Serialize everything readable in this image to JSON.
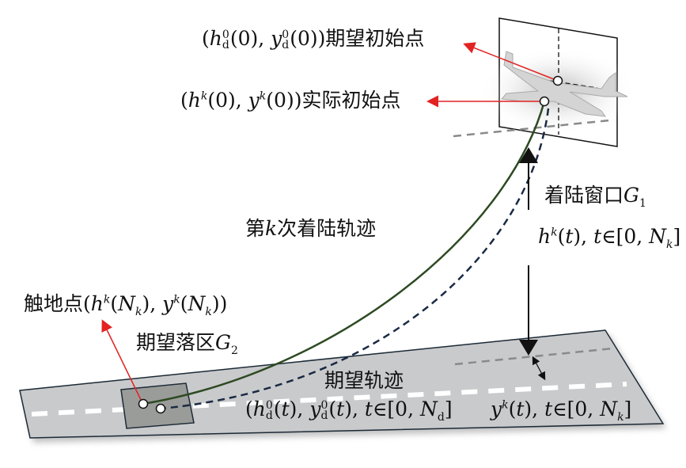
{
  "labels": {
    "desired_initial": {
      "p1": "(",
      "h": "h",
      "sup": "0",
      "sub": "d",
      "p2": "(0), ",
      "y": "y",
      "p3": "(0))",
      "text": "期望初始点"
    },
    "actual_initial": {
      "p1": "(",
      "h": "h",
      "sup": "k",
      "p2": "(0), ",
      "y": "y",
      "p3": "(0))",
      "text": "实际初始点"
    },
    "landing_window": {
      "text": "着陆窗口",
      "sym": "G",
      "sub": "1"
    },
    "window_height": {
      "h": "h",
      "sup": "k",
      "p1": "(",
      "t": "t",
      "p2": "), ",
      "t2": "t",
      "in": "∈[0, ",
      "N": "N",
      "sub": "k",
      "p3": "]"
    },
    "kth_trajectory": {
      "p1": "第",
      "k": "k",
      "p2": "次着陆轨迹"
    },
    "touchdown": {
      "text": "触地点",
      "p1": "(",
      "h": "h",
      "sup": "k",
      "p2": "(",
      "N": "N",
      "sub": "k",
      "p3": "), ",
      "y": "y",
      "p4": "(",
      "p5": "))"
    },
    "desired_zone": {
      "text": "期望落区",
      "sym": "G",
      "sub": "2"
    },
    "desired_trajectory": {
      "text": "期望轨迹",
      "p1": "(",
      "h": "h",
      "sup": "0",
      "sub": "d",
      "p2": "(",
      "t": "t",
      "p3": "), ",
      "y": "y",
      "p4": "), ",
      "in": "∈[0, ",
      "N": "N",
      "nsub": "d",
      "p5": "]"
    },
    "lateral": {
      "y": "y",
      "sup": "k",
      "p1": "(",
      "t": "t",
      "p2": "), ",
      "in": "∈[0, ",
      "N": "N",
      "sub": "k",
      "p3": "]"
    }
  },
  "colors": {
    "actual_path": "#2d4a22",
    "desired_path": "#1a2a44",
    "pointer": "#e32222",
    "runway": "#c9cacc",
    "zone": "#9a9c99"
  }
}
